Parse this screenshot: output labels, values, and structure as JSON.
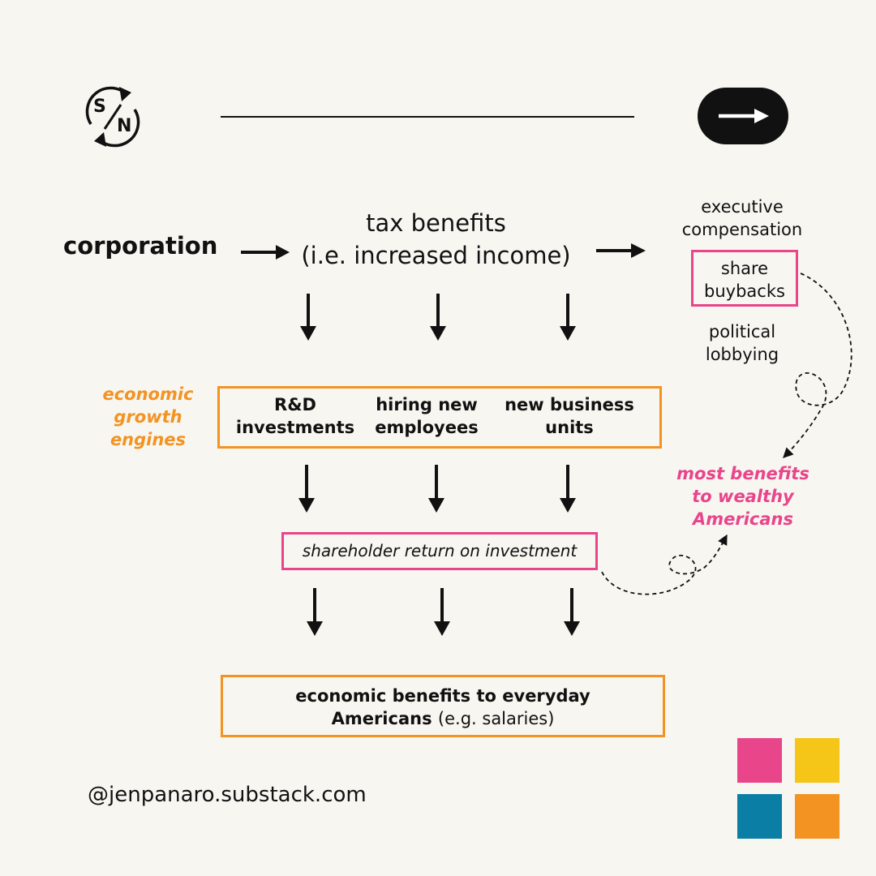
{
  "colors": {
    "background": "#f8f6f1",
    "ink": "#111111",
    "pink": "#e8458b",
    "orange": "#f39322",
    "yellow": "#f5c518",
    "blue": "#0a7ea4"
  },
  "header": {
    "logo": {
      "top_letter": "S",
      "bottom_letter": "N",
      "icon": "cycle-arrows-icon"
    },
    "next_button": {
      "icon": "arrow-right-icon"
    }
  },
  "flow": {
    "source": "corporation",
    "tax_benefits": [
      "tax benefits",
      "(i.e. increased income)"
    ],
    "diversions": {
      "executive_compensation": [
        "executive",
        "compensation"
      ],
      "share_buybacks": [
        "share",
        "buybacks"
      ],
      "political_lobbying": [
        "political",
        "lobbying"
      ]
    },
    "growth_engines": {
      "label": [
        "economic",
        "growth",
        "engines"
      ],
      "items": [
        [
          "R&D",
          "investments"
        ],
        [
          "hiring new",
          "employees"
        ],
        [
          "new business",
          "units"
        ]
      ]
    },
    "shareholder_return": "shareholder return on investment",
    "wealthy": [
      "most benefits",
      "to wealthy",
      "Americans"
    ],
    "everyday": {
      "line1": "economic benefits to everyday",
      "line2_main": "Americans",
      "line2_suffix": "(e.g. salaries)"
    }
  },
  "footer": {
    "handle": "@jenpanaro.substack.com",
    "palette": [
      "#e8458b",
      "#f5c518",
      "#0a7ea4",
      "#f39322"
    ]
  }
}
